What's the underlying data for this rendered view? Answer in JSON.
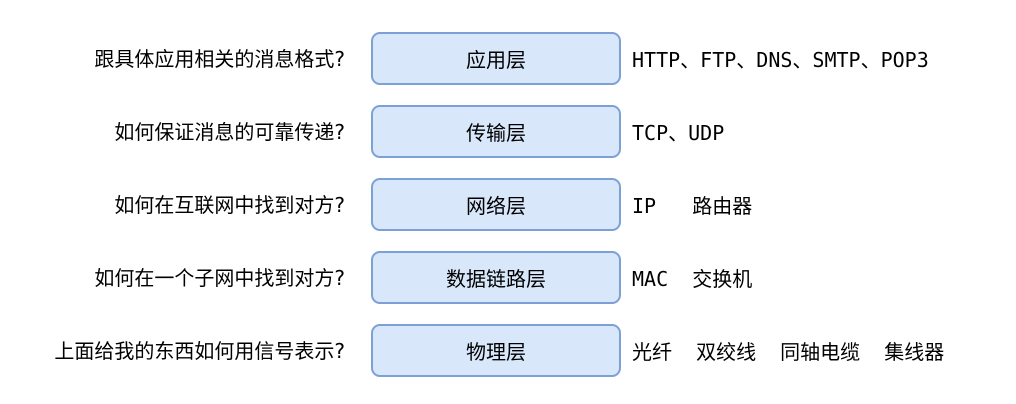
{
  "diagram": {
    "title": "five-layer-network-model",
    "colors": {
      "background": "#ffffff",
      "box_fill": "#d8e7fa",
      "box_border": "#7ca1d6",
      "text": "#000000"
    },
    "rows": [
      {
        "question": "跟具体应用相关的消息格式?",
        "layer": "应用层",
        "protocols": "HTTP、FTP、DNS、SMTP、POP3"
      },
      {
        "question": "如何保证消息的可靠传递?",
        "layer": "传输层",
        "protocols": "TCP、UDP"
      },
      {
        "question": "如何在互联网中找到对方?",
        "layer": "网络层",
        "protocols": "IP   路由器"
      },
      {
        "question": "如何在一个子网中找到对方?",
        "layer": "数据链路层",
        "protocols": "MAC  交换机"
      },
      {
        "question": "上面给我的东西如何用信号表示?",
        "layer": "物理层",
        "protocols": "光纤  双绞线  同轴电缆  集线器"
      }
    ]
  }
}
